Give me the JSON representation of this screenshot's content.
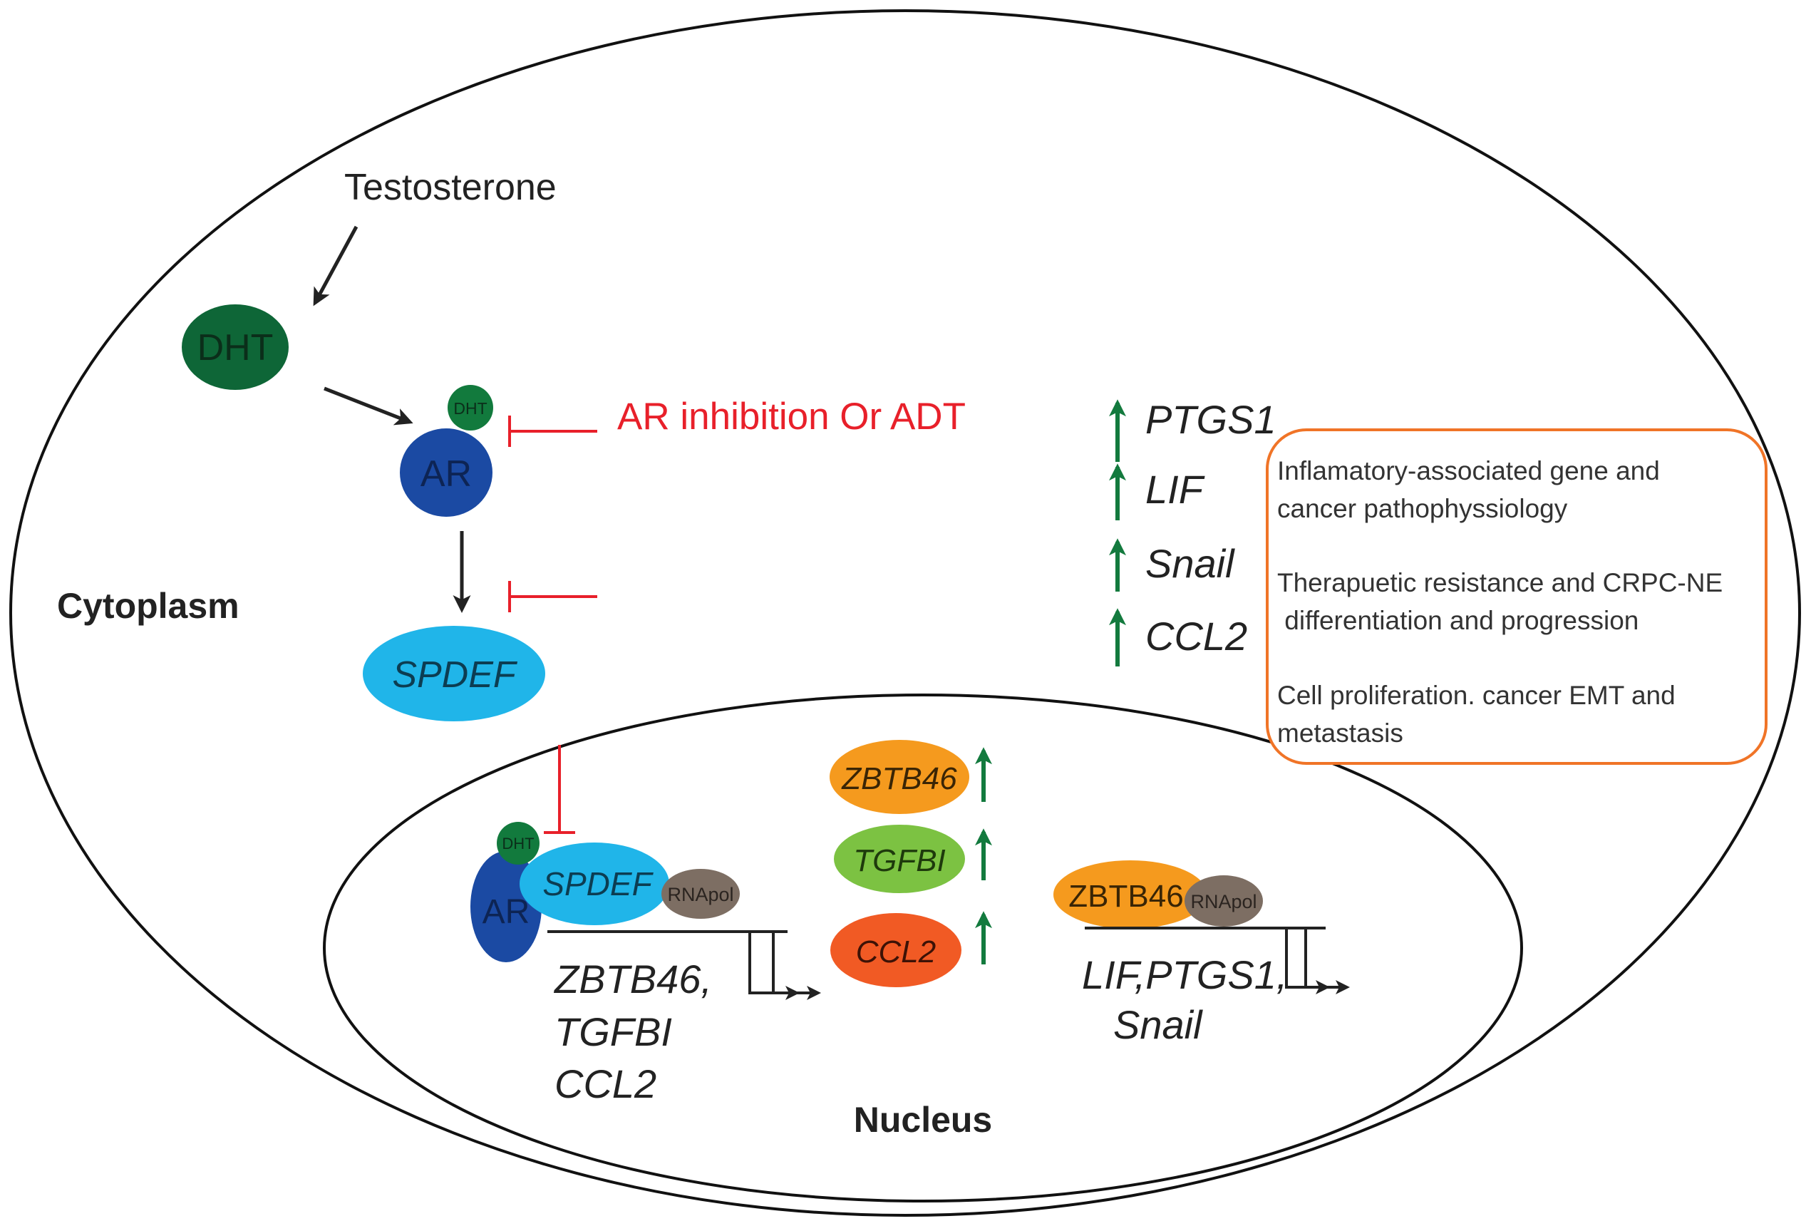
{
  "labels": {
    "testosterone": "Testosterone",
    "dht": "DHT",
    "dht_small": "DHT",
    "ar": "AR",
    "spdef": "SPDEF",
    "ar_inhibition": "AR inhibition Or ADT",
    "cytoplasm": "Cytoplasm",
    "nucleus": "Nucleus",
    "rnapol": "RNApol",
    "zbtb46": "ZBTB46",
    "tgfbi": "TGFBI",
    "ccl2": "CCL2"
  },
  "upregulated_genes": [
    "PTGS1",
    "LIF",
    "Snail",
    "CCL2"
  ],
  "outcomes": [
    [
      "Inflamatory-associated gene and",
      "cancer pathophyssiology"
    ],
    [
      "Therapuetic resistance and CRPC-NE",
      " differentiation and progression"
    ],
    [
      "Cell proliferation. cancer EMT and",
      "metastasis"
    ]
  ],
  "nucleus_targets": {
    "left": [
      "ZBTB46,",
      "TGFBI",
      "CCL2"
    ],
    "right": [
      "LIF,PTGS1,",
      "Snail"
    ]
  },
  "colors": {
    "dht_dark_green": "#0e6637",
    "dht_small_green": "#127a3d",
    "ar_blue": "#1b4aa3",
    "spdef_light_blue": "#20b5e9",
    "zbtb46_orange": "#f59a1e",
    "tgfbi_green": "#7cc242",
    "ccl2_red_orange": "#f15a24",
    "rnapol_brown": "#7d6e63",
    "inhibition_red": "#e8202a",
    "up_arrow_green": "#137a3e",
    "outcome_box_orange": "#f07427"
  },
  "icons": {
    "up_arrow": "up-arrow-icon",
    "inhibition": "t-bar-inhibition-icon",
    "activation": "arrow-icon",
    "transcription_start": "transcription-start-arrow-icon"
  }
}
